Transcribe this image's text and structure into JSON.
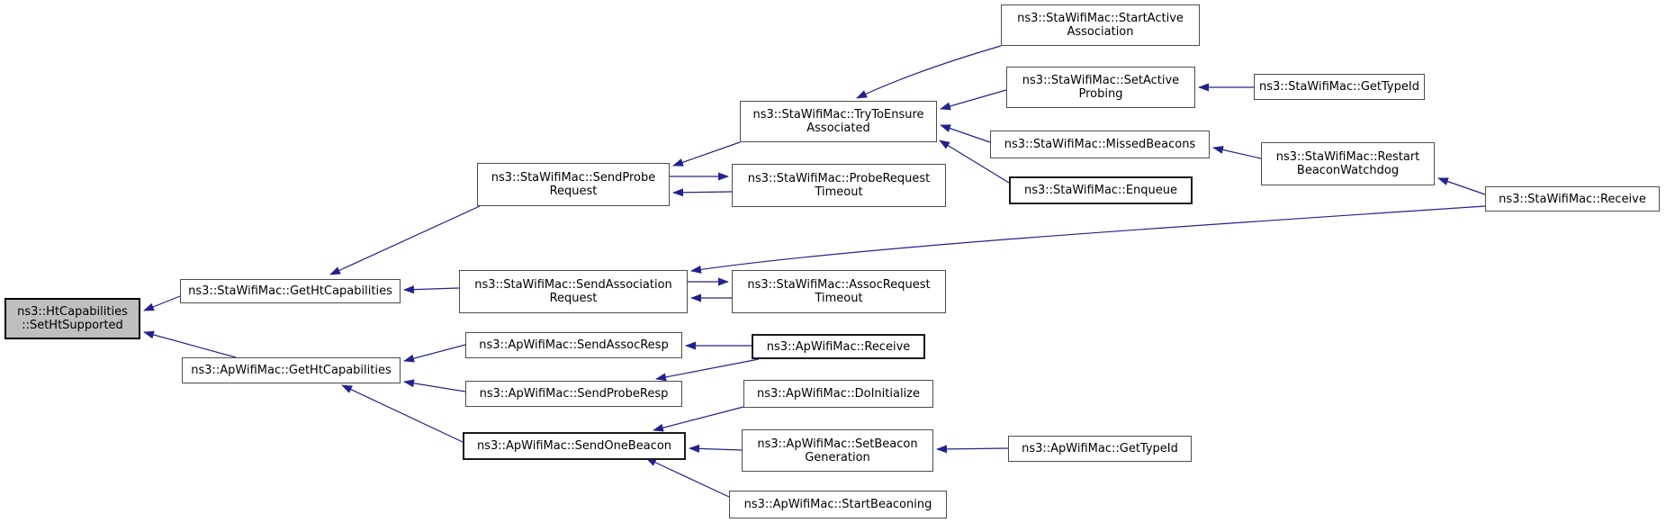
{
  "diagram": {
    "kind": "caller-graph",
    "colors": {
      "edge": "#22228e",
      "highlight_fill": "#bfbfbf",
      "node_fill": "#ffffff",
      "node_border": "#4d4d4d"
    },
    "nodes": [
      {
        "id": "set-ht-supported",
        "lines": [
          "ns3::HtCapabilities",
          "::SetHtSupported"
        ],
        "highlighted": true
      },
      {
        "id": "sta-get-ht-capabilities",
        "lines": [
          "ns3::StaWifiMac::GetHtCapabilities"
        ]
      },
      {
        "id": "ap-get-ht-capabilities",
        "lines": [
          "ns3::ApWifiMac::GetHtCapabilities"
        ]
      },
      {
        "id": "sta-send-probe-request",
        "lines": [
          "ns3::StaWifiMac::SendProbe",
          "Request"
        ]
      },
      {
        "id": "sta-send-association-request",
        "lines": [
          "ns3::StaWifiMac::SendAssociation",
          "Request"
        ]
      },
      {
        "id": "ap-send-assoc-resp",
        "lines": [
          "ns3::ApWifiMac::SendAssocResp"
        ]
      },
      {
        "id": "ap-send-probe-resp",
        "lines": [
          "ns3::ApWifiMac::SendProbeResp"
        ]
      },
      {
        "id": "ap-send-one-beacon",
        "lines": [
          "ns3::ApWifiMac::SendOneBeacon"
        ]
      },
      {
        "id": "sta-try-to-ensure-associated",
        "lines": [
          "ns3::StaWifiMac::TryToEnsure",
          "Associated"
        ]
      },
      {
        "id": "sta-probe-request-timeout",
        "lines": [
          "ns3::StaWifiMac::ProbeRequest",
          "Timeout"
        ]
      },
      {
        "id": "sta-assoc-request-timeout",
        "lines": [
          "ns3::StaWifiMac::AssocRequest",
          "Timeout"
        ]
      },
      {
        "id": "ap-receive",
        "lines": [
          "ns3::ApWifiMac::Receive"
        ]
      },
      {
        "id": "ap-do-initialize",
        "lines": [
          "ns3::ApWifiMac::DoInitialize"
        ]
      },
      {
        "id": "ap-set-beacon-generation",
        "lines": [
          "ns3::ApWifiMac::SetBeacon",
          "Generation"
        ]
      },
      {
        "id": "ap-start-beaconing",
        "lines": [
          "ns3::ApWifiMac::StartBeaconing"
        ]
      },
      {
        "id": "sta-start-active-association",
        "lines": [
          "ns3::StaWifiMac::StartActive",
          "Association"
        ]
      },
      {
        "id": "sta-set-active-probing",
        "lines": [
          "ns3::StaWifiMac::SetActive",
          "Probing"
        ]
      },
      {
        "id": "sta-missed-beacons",
        "lines": [
          "ns3::StaWifiMac::MissedBeacons"
        ]
      },
      {
        "id": "sta-enqueue",
        "lines": [
          "ns3::StaWifiMac::Enqueue"
        ]
      },
      {
        "id": "ap-get-type-id",
        "lines": [
          "ns3::ApWifiMac::GetTypeId"
        ]
      },
      {
        "id": "sta-get-type-id",
        "lines": [
          "ns3::StaWifiMac::GetTypeId"
        ]
      },
      {
        "id": "sta-restart-beacon-watchdog",
        "lines": [
          "ns3::StaWifiMac::Restart",
          "BeaconWatchdog"
        ]
      },
      {
        "id": "sta-receive",
        "lines": [
          "ns3::StaWifiMac::Receive"
        ]
      }
    ],
    "edges": [
      {
        "from": "sta-get-ht-capabilities",
        "to": "set-ht-supported"
      },
      {
        "from": "ap-get-ht-capabilities",
        "to": "set-ht-supported"
      },
      {
        "from": "sta-send-probe-request",
        "to": "sta-get-ht-capabilities"
      },
      {
        "from": "sta-send-association-request",
        "to": "sta-get-ht-capabilities"
      },
      {
        "from": "ap-send-assoc-resp",
        "to": "ap-get-ht-capabilities"
      },
      {
        "from": "ap-send-probe-resp",
        "to": "ap-get-ht-capabilities"
      },
      {
        "from": "ap-send-one-beacon",
        "to": "ap-get-ht-capabilities"
      },
      {
        "from": "sta-try-to-ensure-associated",
        "to": "sta-send-probe-request"
      },
      {
        "from": "sta-probe-request-timeout",
        "to": "sta-send-probe-request"
      },
      {
        "from": "sta-send-probe-request",
        "to": "sta-probe-request-timeout"
      },
      {
        "from": "sta-start-active-association",
        "to": "sta-try-to-ensure-associated"
      },
      {
        "from": "sta-set-active-probing",
        "to": "sta-try-to-ensure-associated"
      },
      {
        "from": "sta-missed-beacons",
        "to": "sta-try-to-ensure-associated"
      },
      {
        "from": "sta-enqueue",
        "to": "sta-try-to-ensure-associated"
      },
      {
        "from": "sta-get-type-id",
        "to": "sta-set-active-probing"
      },
      {
        "from": "sta-restart-beacon-watchdog",
        "to": "sta-missed-beacons"
      },
      {
        "from": "sta-receive",
        "to": "sta-restart-beacon-watchdog"
      },
      {
        "from": "sta-receive",
        "to": "sta-send-association-request"
      },
      {
        "from": "sta-assoc-request-timeout",
        "to": "sta-send-association-request"
      },
      {
        "from": "sta-send-association-request",
        "to": "sta-assoc-request-timeout"
      },
      {
        "from": "ap-receive",
        "to": "ap-send-assoc-resp"
      },
      {
        "from": "ap-receive",
        "to": "ap-send-probe-resp"
      },
      {
        "from": "ap-do-initialize",
        "to": "ap-send-one-beacon"
      },
      {
        "from": "ap-set-beacon-generation",
        "to": "ap-send-one-beacon"
      },
      {
        "from": "ap-start-beaconing",
        "to": "ap-send-one-beacon"
      },
      {
        "from": "ap-get-type-id",
        "to": "ap-set-beacon-generation"
      }
    ]
  }
}
